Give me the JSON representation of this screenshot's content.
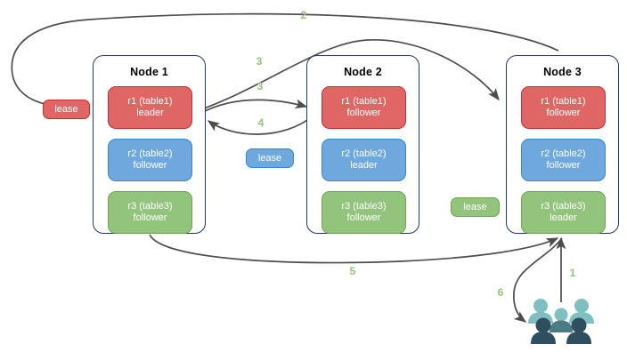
{
  "diagram": {
    "title": "raft-lease-replication-diagram",
    "colors": {
      "red_fill": "#e06666",
      "red_border": "#cc2b2b",
      "blue_fill": "#6fa8dc",
      "blue_border": "#3d85c6",
      "green_fill": "#93c47d",
      "green_border": "#6aa84f",
      "node_border": "#1f3864",
      "arrow": "#4d4d4d",
      "label": "#93c47d",
      "people_light": "#7fbfc2",
      "people_mid": "#4a7b85",
      "people_dark": "#2d4f5e"
    }
  },
  "nodes": [
    {
      "id": "node-1",
      "title": "Node 1",
      "replicas": [
        {
          "id": "r1",
          "line1": "r1 (table1)",
          "line2": "leader",
          "color": "red"
        },
        {
          "id": "r2",
          "line1": "r2 (table2)",
          "line2": "follower",
          "color": "blue"
        },
        {
          "id": "r3",
          "line1": "r3 (table3)",
          "line2": "follower",
          "color": "green"
        }
      ]
    },
    {
      "id": "node-2",
      "title": "Node 2",
      "replicas": [
        {
          "id": "r1",
          "line1": "r1 (table1)",
          "line2": "follower",
          "color": "red"
        },
        {
          "id": "r2",
          "line1": "r2 (table2)",
          "line2": "leader",
          "color": "blue"
        },
        {
          "id": "r3",
          "line1": "r3 (table3)",
          "line2": "follower",
          "color": "green"
        }
      ]
    },
    {
      "id": "node-3",
      "title": "Node 3",
      "replicas": [
        {
          "id": "r1",
          "line1": "r1 (table1)",
          "line2": "follower",
          "color": "red"
        },
        {
          "id": "r2",
          "line1": "r2 (table2)",
          "line2": "follower",
          "color": "blue"
        },
        {
          "id": "r3",
          "line1": "r3 (table3)",
          "line2": "leader",
          "color": "green"
        }
      ]
    }
  ],
  "leases": [
    {
      "id": "lease-red",
      "label": "lease",
      "color": "red"
    },
    {
      "id": "lease-blue",
      "label": "lease",
      "color": "blue"
    },
    {
      "id": "lease-green",
      "label": "lease",
      "color": "green"
    }
  ],
  "step_labels": [
    {
      "id": "step-1",
      "text": "1"
    },
    {
      "id": "step-2",
      "text": "2"
    },
    {
      "id": "step-3a",
      "text": "3"
    },
    {
      "id": "step-3b",
      "text": "3"
    },
    {
      "id": "step-4",
      "text": "4"
    },
    {
      "id": "step-5",
      "text": "5"
    },
    {
      "id": "step-6",
      "text": "6"
    }
  ],
  "actors": {
    "id": "clients-group-icon",
    "name": "people-icon",
    "count": 5
  }
}
